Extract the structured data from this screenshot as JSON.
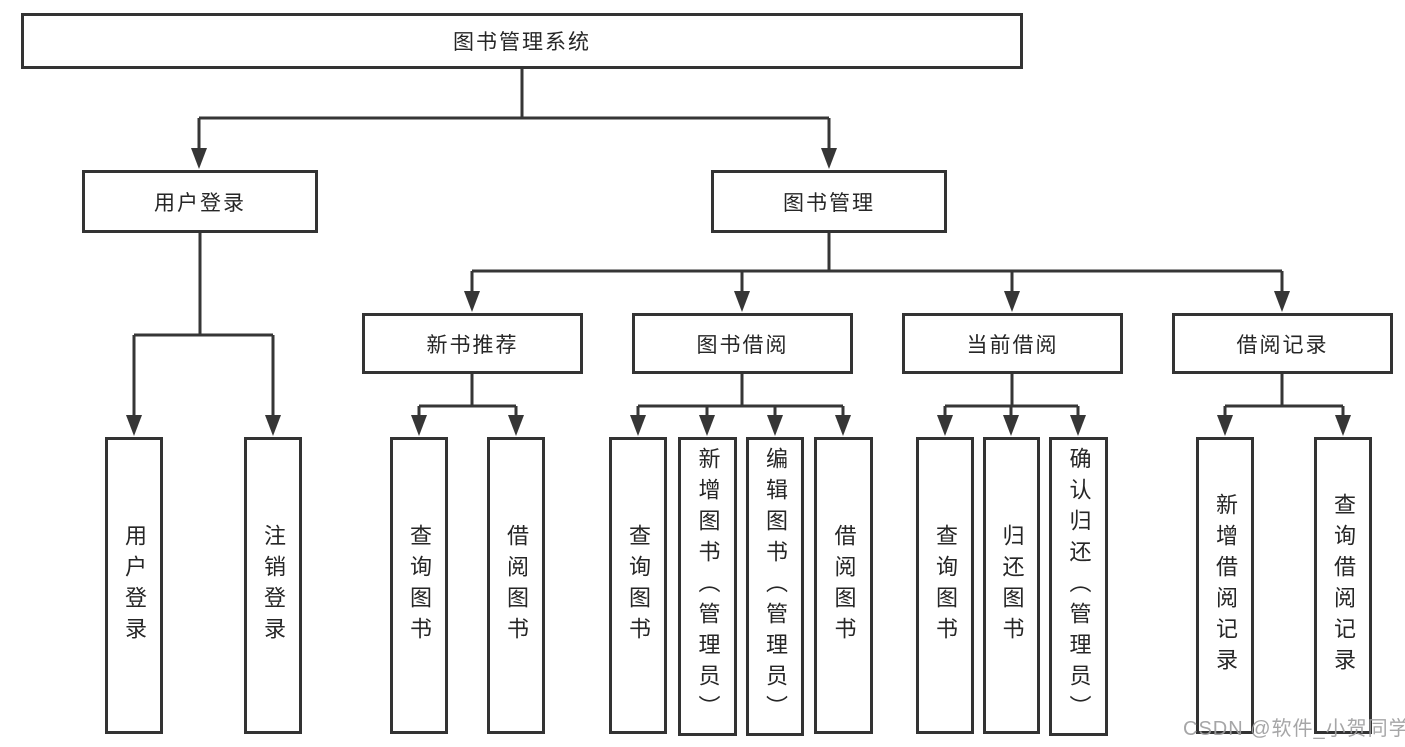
{
  "diagram": {
    "root": {
      "label": "图书管理系统",
      "children": {
        "user_login": {
          "label": "用户登录",
          "children": {
            "login": {
              "label": "用户登录"
            },
            "logout": {
              "label": "注销登录"
            }
          }
        },
        "book_mgmt": {
          "label": "图书管理",
          "children": {
            "new_book_rec": {
              "label": "新书推荐",
              "children": {
                "query_books": {
                  "label": "查询图书"
                },
                "borrow_books": {
                  "label": "借阅图书"
                }
              }
            },
            "book_borrow": {
              "label": "图书借阅",
              "children": {
                "query_books": {
                  "label": "查询图书"
                },
                "add_books": {
                  "label": "新增图书（管理员）"
                },
                "edit_books": {
                  "label": "编辑图书（管理员）"
                },
                "borrow_books": {
                  "label": "借阅图书"
                }
              }
            },
            "current_borrow": {
              "label": "当前借阅",
              "children": {
                "query_books": {
                  "label": "查询图书"
                },
                "return_books": {
                  "label": "归还图书"
                },
                "confirm_return": {
                  "label": "确认归还（管理员）"
                }
              }
            },
            "borrow_records": {
              "label": "借阅记录",
              "children": {
                "add_record": {
                  "label": "新增借阅记录"
                },
                "query_record": {
                  "label": "查询借阅记录"
                }
              }
            }
          }
        }
      }
    }
  },
  "watermark": {
    "text": "CSDN @软件_小贺同学"
  },
  "colors": {
    "line": "#363636",
    "box_border": "#333333",
    "box_fill": "#ffffff",
    "text": "#262626",
    "watermark": "#9e9ea0",
    "background": "#ffffff"
  }
}
